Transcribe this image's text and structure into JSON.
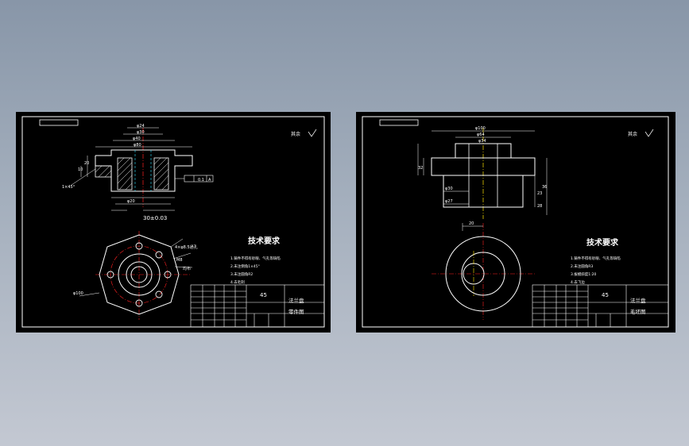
{
  "colors": {
    "background_top": "#8896a8",
    "background_bottom": "#c3c8d2",
    "sheet": "#000000",
    "line_white": "#ffffff",
    "line_red": "#ff2020",
    "line_yellow": "#ffe400",
    "line_cyan": "#30e0ff"
  },
  "left_sheet": {
    "roughness_mark": "其余",
    "dims": {
      "d1": "φ80",
      "d2": "φ40",
      "d3": "φ30",
      "d4": "φ24",
      "d5": "φ20",
      "tol": "30±0.03",
      "flat": "0.1",
      "datum": "A",
      "side1": "10",
      "side2": "20",
      "chamfer": "1×45°",
      "pcd": "φ100"
    },
    "notes": {
      "hole_note": "4×φ8.5通孔",
      "thread_note": "M8",
      "pitch_note": "均布"
    },
    "tech_title": "技术要求",
    "tech_items": [
      "1.铸件不得有砂眼、气孔等缺陷",
      "2.未注倒角1×45°",
      "3.未注圆角R2",
      "4.去毛刺"
    ],
    "title_block": {
      "material": "45",
      "part_name": "法兰盘",
      "drawing_type": "零件图"
    }
  },
  "right_sheet": {
    "roughness_mark": "其余",
    "dims": {
      "d1": "φ100",
      "d2": "φ64",
      "d3": "φ34",
      "d4": "φ30",
      "d5": "φ27",
      "h1": "32",
      "h2": "36",
      "h3": "23",
      "h4": "28",
      "w1": "20"
    },
    "tech_title": "技术要求",
    "tech_items": [
      "1.铸件不得有砂眼、气孔等缺陷",
      "2.未注圆角R3",
      "3.拔模斜度1:20",
      "4.去飞边"
    ],
    "title_block": {
      "material": "45",
      "part_name": "法兰盘",
      "drawing_type": "毛坯图"
    }
  }
}
